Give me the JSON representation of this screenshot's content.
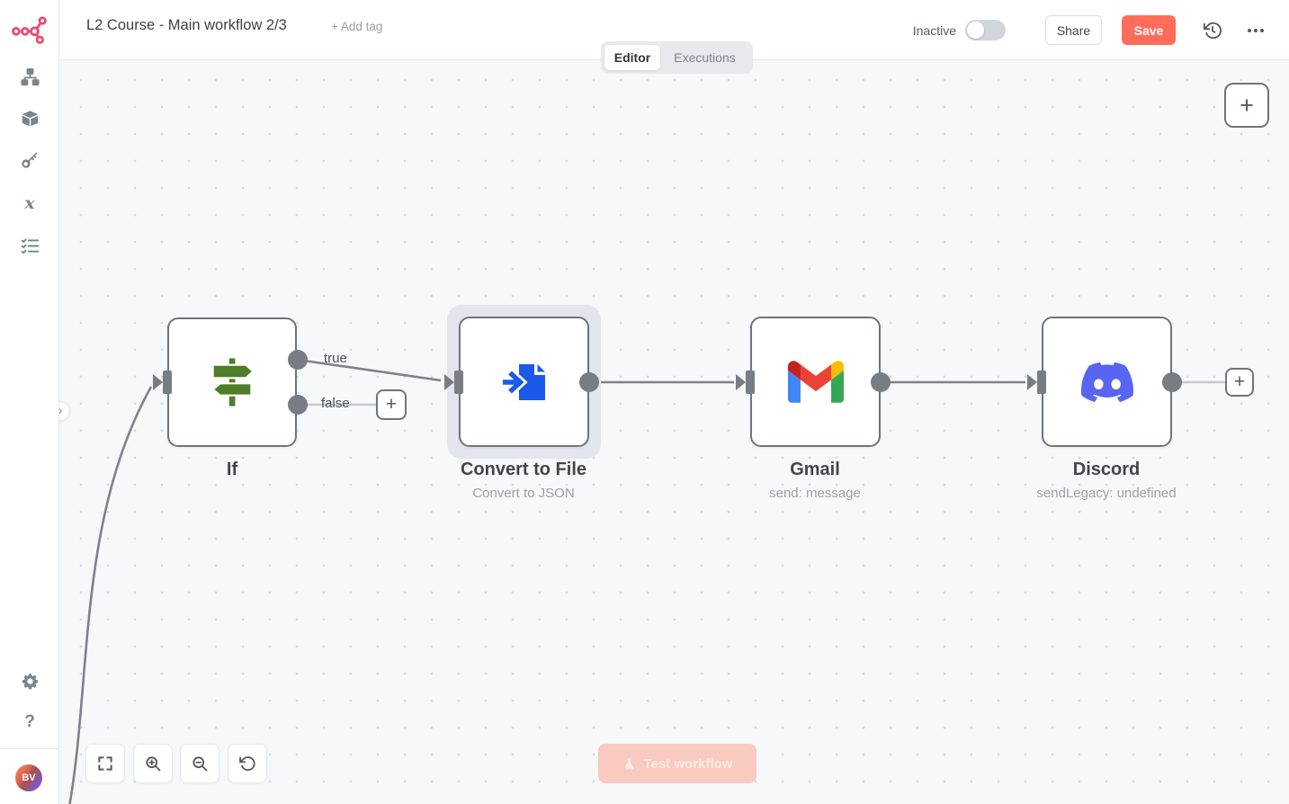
{
  "header": {
    "workflow_title": "L2 Course - Main workflow 2/3",
    "add_tag": "+ Add tag",
    "inactive_label": "Inactive",
    "share": "Share",
    "save": "Save"
  },
  "tabs": {
    "editor": "Editor",
    "executions": "Executions"
  },
  "sidebar": {
    "avatar_initials": "BV",
    "help": "?",
    "variables_glyph": "x"
  },
  "canvas": {
    "nodes": [
      {
        "title": "If",
        "subtitle": ""
      },
      {
        "title": "Convert to File",
        "subtitle": "Convert to JSON"
      },
      {
        "title": "Gmail",
        "subtitle": "send: message"
      },
      {
        "title": "Discord",
        "subtitle": "sendLegacy: undefined"
      }
    ],
    "branch_labels": {
      "true": "true",
      "false": "false"
    },
    "plus": "+",
    "chevron": "›",
    "test_workflow": "Test workflow"
  },
  "colors": {
    "brand": "#ea4b71",
    "primary_button": "#ff6d5a",
    "node_border": "#6f747b",
    "connector": "#7d828a",
    "connector_light": "#c6cad0",
    "if_green": "#4e7e28",
    "convert_blue": "#1b59e8",
    "discord_blurple": "#5865f2",
    "selection_halo": "#e3e5ee",
    "canvas_bg": "#f7f8fa"
  }
}
